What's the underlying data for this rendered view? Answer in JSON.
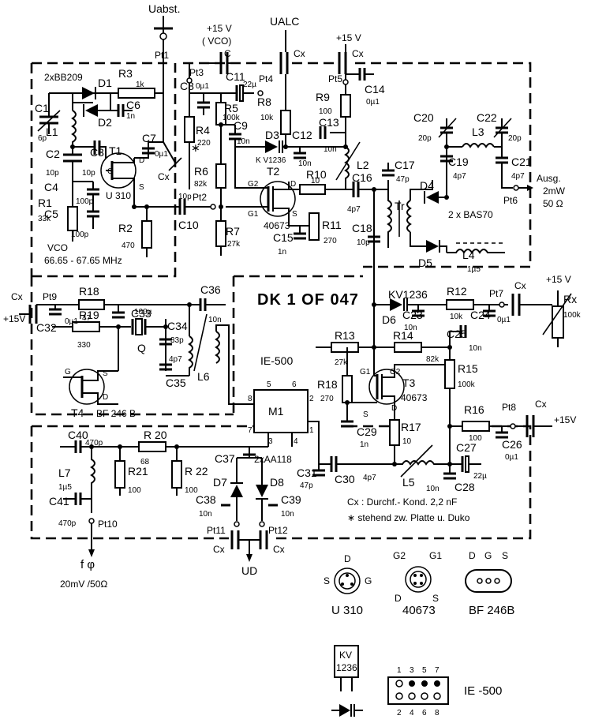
{
  "diagram": {
    "board_id": "DK 1 OF 047",
    "supplies": {
      "u_abst": "Uabst.",
      "u_alc": "UALC",
      "plus15": "+15 V",
      "plus15_vco": "+15 V",
      "vco_note": "( VCO)",
      "plus15_mid": "+15 V",
      "plus15_left": "+15V",
      "plus15_rx": "+15 V",
      "plus15_right": "+15V",
      "u_d": "UD"
    },
    "points": [
      "Pt1",
      "Pt2",
      "Pt3",
      "Pt4",
      "Pt5",
      "Pt6",
      "Pt7",
      "Pt8",
      "Pt9",
      "Pt10",
      "Pt11",
      "Pt12"
    ],
    "components": {
      "r1": {
        "ref": "R1",
        "value": "33k"
      },
      "r2": {
        "ref": "R2",
        "value": "470"
      },
      "r3": {
        "ref": "R3",
        "value": "1k"
      },
      "r4": {
        "ref": "R4",
        "value": "220"
      },
      "r5": {
        "ref": "R5",
        "value": "100k"
      },
      "r6": {
        "ref": "R6",
        "value": "82k"
      },
      "r7": {
        "ref": "R7",
        "value": "27k"
      },
      "r8": {
        "ref": "R8",
        "value": "10k"
      },
      "r9": {
        "ref": "R9",
        "value": "100"
      },
      "r10": {
        "ref": "R10",
        "value": "10"
      },
      "r11": {
        "ref": "R11",
        "value": "270"
      },
      "r12": {
        "ref": "R12",
        "value": "10k"
      },
      "r13": {
        "ref": "R13",
        "value": "27k"
      },
      "r14": {
        "ref": "R14",
        "value": "82k"
      },
      "r15": {
        "ref": "R15",
        "value": "100k"
      },
      "r16": {
        "ref": "R16",
        "value": "100"
      },
      "r17": {
        "ref": "R17",
        "value": "10"
      },
      "r18": {
        "ref": "R18",
        "value": "47"
      },
      "r18b": {
        "ref": "R18",
        "value": "270"
      },
      "r19": {
        "ref": "R19",
        "value": "330"
      },
      "r20": {
        "ref": "R 20",
        "value": "68"
      },
      "r21": {
        "ref": "R21",
        "value": "100"
      },
      "r22": {
        "ref": "R 22",
        "value": "100"
      },
      "rx": {
        "ref": "Rx",
        "value": "100k"
      },
      "c1": {
        "ref": "C1",
        "value": "6p"
      },
      "c2": {
        "ref": "C2",
        "value": "10p"
      },
      "c3": {
        "ref": "C3",
        "value": "10p"
      },
      "c4": {
        "ref": "C4",
        "value": "100p"
      },
      "c5": {
        "ref": "C5",
        "value": "100p"
      },
      "c6": {
        "ref": "C6",
        "value": "1n"
      },
      "c7": {
        "ref": "C7",
        "value": "0µ1"
      },
      "c8": {
        "ref": "C8",
        "value": "0µ1"
      },
      "c9": {
        "ref": "C9",
        "value": "10n"
      },
      "c10": {
        "ref": "C10",
        "value": "10p"
      },
      "c11": {
        "ref": "C11",
        "value": "22µ"
      },
      "c12": {
        "ref": "C12",
        "value": "10n"
      },
      "c13": {
        "ref": "C13",
        "value": "10n"
      },
      "c14": {
        "ref": "C14",
        "value": "0µ1"
      },
      "c15": {
        "ref": "C15",
        "value": "1n"
      },
      "c16": {
        "ref": "C16",
        "value": "4p7"
      },
      "c17": {
        "ref": "C17",
        "value": "47p"
      },
      "c18": {
        "ref": "C18",
        "value": "10p"
      },
      "c19": {
        "ref": "C19",
        "value": "4p7"
      },
      "c20": {
        "ref": "C20",
        "value": "20p"
      },
      "c21": {
        "ref": "C21",
        "value": "4p7"
      },
      "c22": {
        "ref": "C22",
        "value": "20p"
      },
      "c23": {
        "ref": "C23",
        "value": "10n"
      },
      "c24": {
        "ref": "C24",
        "value": "0µ1"
      },
      "c25": {
        "ref": "C25",
        "value": "10n"
      },
      "c26": {
        "ref": "C26",
        "value": "0µ1"
      },
      "c27": {
        "ref": "C27",
        "value": "22µ"
      },
      "c28": {
        "ref": "C28",
        "value": "10n"
      },
      "c29": {
        "ref": "C29",
        "value": "1n"
      },
      "c30": {
        "ref": "C30",
        "value": "4p7"
      },
      "c31": {
        "ref": "C31",
        "value": "47p"
      },
      "c32": {
        "ref": "C32",
        "value": "0µ1"
      },
      "c33": {
        "ref": "C33",
        "value": "100µ"
      },
      "c34": {
        "ref": "C34",
        "value": "33p"
      },
      "c35": {
        "ref": "C35",
        "value": "4p7"
      },
      "c36": {
        "ref": "C36",
        "value": "10n"
      },
      "c37": {
        "ref": "C37"
      },
      "c38": {
        "ref": "C38",
        "value": "10n"
      },
      "c39": {
        "ref": "C39",
        "value": "10n"
      },
      "c40": {
        "ref": "C40",
        "value": "470p"
      },
      "c41": {
        "ref": "C41",
        "value": "470p"
      },
      "l1": {
        "ref": "L1"
      },
      "l2": {
        "ref": "L2"
      },
      "l3": {
        "ref": "L3"
      },
      "l4": {
        "ref": "L4",
        "value": "1µ5"
      },
      "l5": {
        "ref": "L5"
      },
      "l6": {
        "ref": "L6"
      },
      "l7": {
        "ref": "L7",
        "value": "1µ5"
      },
      "d1": {
        "ref": "D1"
      },
      "d2": {
        "ref": "D2"
      },
      "d3": {
        "ref": "D3",
        "value": "K V1236"
      },
      "d4": {
        "ref": "D4"
      },
      "d5": {
        "ref": "D5"
      },
      "d6": {
        "ref": "D6",
        "value": "KV1236"
      },
      "d7": {
        "ref": "D7"
      },
      "d8": {
        "ref": "D8"
      },
      "t1": {
        "ref": "T1",
        "value": "U 310"
      },
      "t2": {
        "ref": "T2",
        "value": "40673"
      },
      "t3": {
        "ref": "T3",
        "value": "40673"
      },
      "t4": {
        "ref": "T4",
        "value": "BF 246 B"
      },
      "m1": {
        "ref": "M1",
        "value": "IE-500"
      },
      "q": {
        "ref": "Q"
      },
      "tr": {
        "ref": "Tr"
      }
    },
    "pins": {
      "g": "G",
      "d": "D",
      "s": "S",
      "g1": "G1",
      "g2": "G2"
    },
    "labels": {
      "varicaps": "2xBB209",
      "vco": "VCO",
      "freq": "66.65 - 67.65 MHz",
      "bas70": "2 x BAS70",
      "aa118": "2xAA118",
      "cx": "Cx",
      "c_generic": "C",
      "output": "Ausg.",
      "output_power": "2mW",
      "output_imp": "50 Ω",
      "fphi": "f φ",
      "fphi_level": "20mV /50Ω",
      "star": "∗",
      "note_cx": "Cx : Durchf.- Kond. 2,2 nF",
      "note_star": "∗  stehend zw. Platte u. Duko"
    },
    "pinouts": {
      "u310": {
        "name": "U 310",
        "pins": [
          "D",
          "S",
          "G"
        ]
      },
      "n40673": {
        "name": "40673",
        "pins": [
          "G2",
          "G1",
          "D",
          "S"
        ]
      },
      "bf246b": {
        "name": "BF 246B",
        "pins": [
          "D",
          "G",
          "S"
        ]
      },
      "kv1236": {
        "line1": "KV",
        "line2": "1236"
      },
      "ie500": {
        "name": "IE -500",
        "top": [
          "1",
          "3",
          "5",
          "7"
        ],
        "bottom": [
          "2",
          "4",
          "6",
          "8"
        ]
      }
    },
    "ic_pins": [
      "1",
      "2",
      "3",
      "4",
      "5",
      "6",
      "7",
      "8"
    ]
  }
}
